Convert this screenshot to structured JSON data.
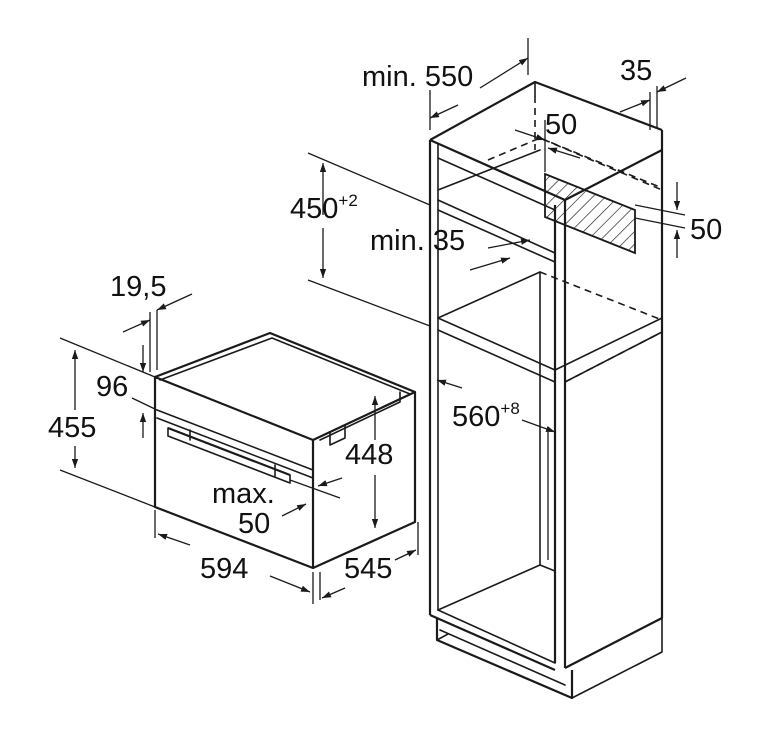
{
  "labels": {
    "min_550": "min. 550",
    "d35_top": "35",
    "d50_top": "50",
    "d50_right": "50",
    "d450_base": "450",
    "d450_sup": "+2",
    "min_35": "min. 35",
    "d19_5": "19,5",
    "d96": "96",
    "d455": "455",
    "d448": "448",
    "max_text": "max.",
    "max_val": "50",
    "d560_base": "560",
    "d560_sup": "+8",
    "d594": "594",
    "d545": "545"
  }
}
